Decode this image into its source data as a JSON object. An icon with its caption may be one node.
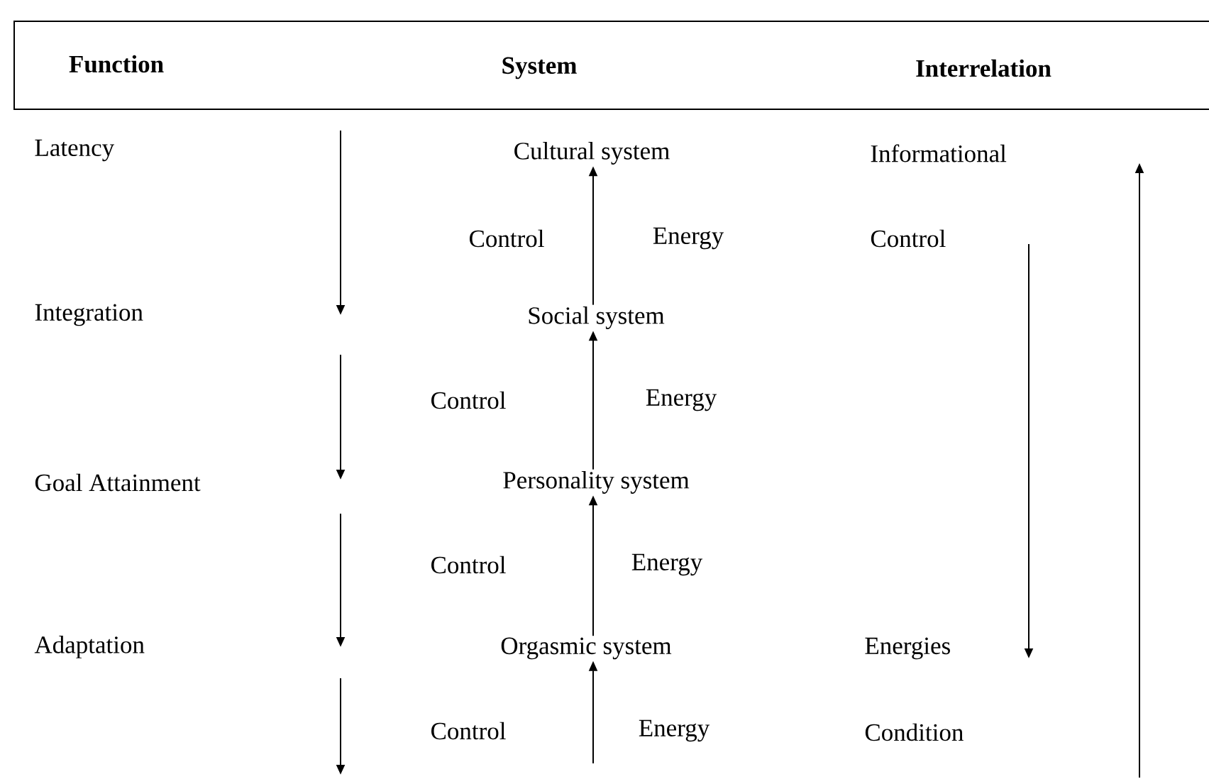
{
  "diagram": {
    "nodes": [
      {
        "text": [
          "Latency"
        ]
      },
      {
        "text": [
          "Integration"
        ]
      },
      {
        "text": [
          "Goal Attainment"
        ]
      },
      {
        "text": [
          "Adaptation"
        ]
      },
      {
        "text": [
          "Cultural system"
        ]
      },
      {
        "text": [
          "Social system"
        ]
      },
      {
        "text": [
          "Personality system"
        ]
      },
      {
        "text": [
          "Orgasmic system"
        ]
      },
      {
        "text": [
          "Informational"
        ]
      },
      {
        "text": [
          "Control"
        ]
      },
      {
        "text": [
          "Energies"
        ]
      },
      {
        "text": [
          "Condition"
        ]
      }
    ],
    "edges": [
      {
        "from": 5,
        "to": 4,
        "arrow": "to"
      },
      {
        "from": 6,
        "to": 5,
        "arrow": "to"
      },
      {
        "from": 7,
        "to": 6,
        "arrow": "to"
      },
      {
        "from": null,
        "to": 7,
        "arrow": "to"
      }
    ],
    "labels": [
      "Function",
      "System",
      "Interrelation",
      "Control",
      "Energy",
      "Control",
      "Energy",
      "Control",
      "Energy",
      "Control",
      "Energy"
    ]
  }
}
